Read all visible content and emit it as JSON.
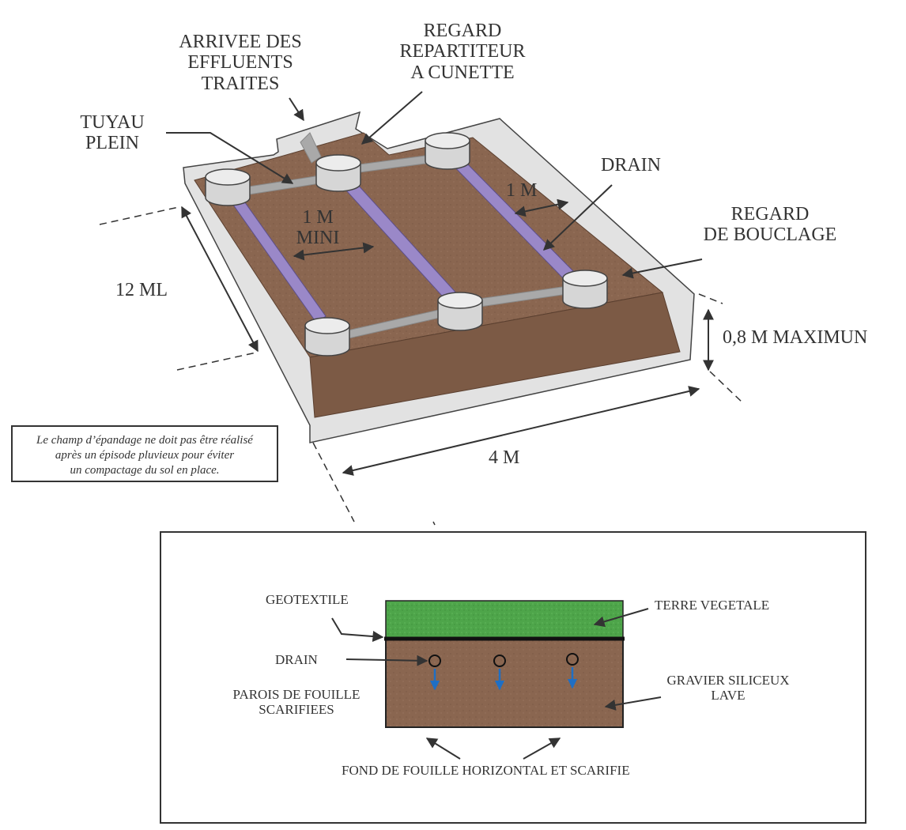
{
  "top": {
    "arrivee": [
      "ARRIVEE DES",
      "EFFLUENTS",
      "TRAITES"
    ],
    "regard_repartiteur": [
      "REGARD",
      "REPARTITEUR",
      "A CUNETTE"
    ],
    "tuyau_plein": [
      "TUYAU",
      "PLEIN"
    ],
    "drain": "DRAIN",
    "spacing_1m": "1 M",
    "spacing_1m_mini": [
      "1 M",
      "MINI"
    ],
    "regard_bouclage": [
      "REGARD",
      "DE BOUCLAGE"
    ],
    "length": "12 ML",
    "depth": "0,8 M MAXIMUN",
    "width": "4 M"
  },
  "note": {
    "lines": [
      "Le champ d’épandage ne doit pas être réalisé",
      "après un épisode pluvieux pour éviter",
      "un compactage du sol en place."
    ]
  },
  "section": {
    "geotextile": "GEOTEXTILE",
    "terre_vegetale": "TERRE VEGETALE",
    "drain": "DRAIN",
    "gravier": [
      "GRAVIER SILICEUX",
      "LAVE"
    ],
    "parois": [
      "PAROIS DE FOUILLE",
      "SCARIFIEES"
    ],
    "fond": "FOND DE FOUILLE HORIZONTAL ET SCARIFIE"
  },
  "colors": {
    "soil": "#8a6650",
    "soil_dark": "#6e4f3c",
    "grass": "#4ea54a",
    "drain_pipe": "#9a88c8",
    "concrete": "#e2e2e2",
    "gray_pipe": "#a9a9a9",
    "water_arrow": "#1f6fc4"
  }
}
